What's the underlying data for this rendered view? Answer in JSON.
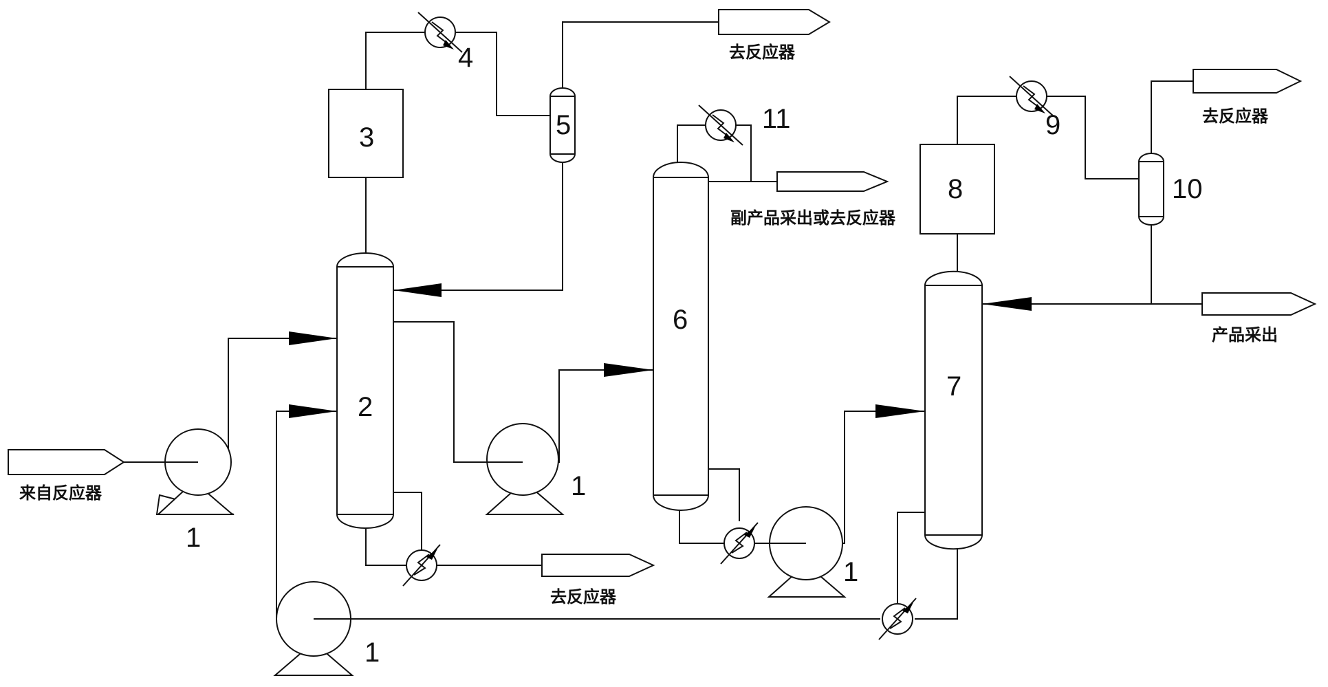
{
  "labels": {
    "from_reactor": "来自反应器",
    "to_reactor": "去反应器",
    "byproduct": "副产品采出或去反应器",
    "product": "产品采出"
  },
  "units": {
    "pump": "1",
    "column_2": "2",
    "box_3": "3",
    "hx_4": "4",
    "drum_5": "5",
    "column_6": "6",
    "column_7": "7",
    "box_8": "8",
    "hx_9": "9",
    "drum_10": "10",
    "hx_11": "11"
  }
}
